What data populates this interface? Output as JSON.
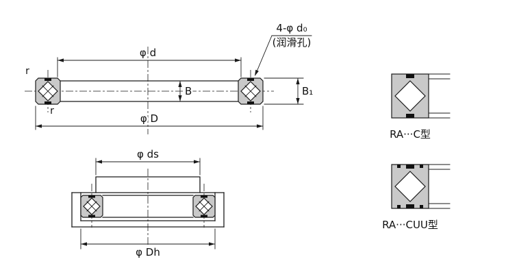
{
  "colors": {
    "background": "#ffffff",
    "ink": "#1a1a1a",
    "section_shade": "#c9c9c9"
  },
  "front_view": {
    "dim_raceway": "φ d",
    "dim_outer": "φ D",
    "dim_width": "B",
    "dim_width_total": "B₁",
    "fillet_top": "r",
    "fillet_bottom": "r",
    "lube_note_line1": "4-φ d₀",
    "lube_note_line2": "(润滑孔)"
  },
  "mounting_view": {
    "dim_shaft_seat": "φ ds",
    "dim_housing_bore": "φ Dh"
  },
  "detail_views": {
    "type_c": "RA···C型",
    "type_cuu": "RA···CUU型"
  }
}
